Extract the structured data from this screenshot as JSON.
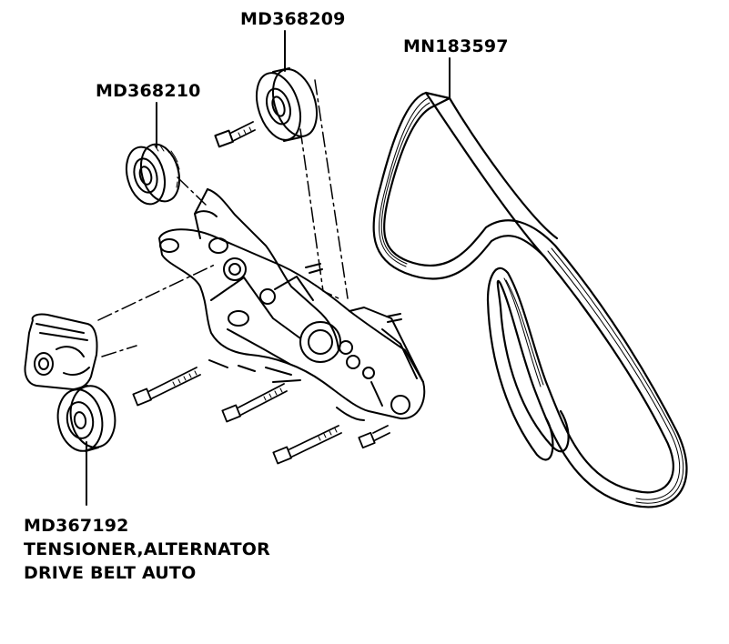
{
  "diagram": {
    "labels": {
      "pulley_top": "MD368209",
      "pulley_idler": "MD368210",
      "belt": "MN183597",
      "tensioner_part_no": "MD367192",
      "tensioner_desc_line1": "TENSIONER,ALTERNATOR",
      "tensioner_desc_line2": "DRIVE BELT AUTO"
    },
    "colors": {
      "ink": "#000000",
      "background": "#ffffff"
    }
  }
}
